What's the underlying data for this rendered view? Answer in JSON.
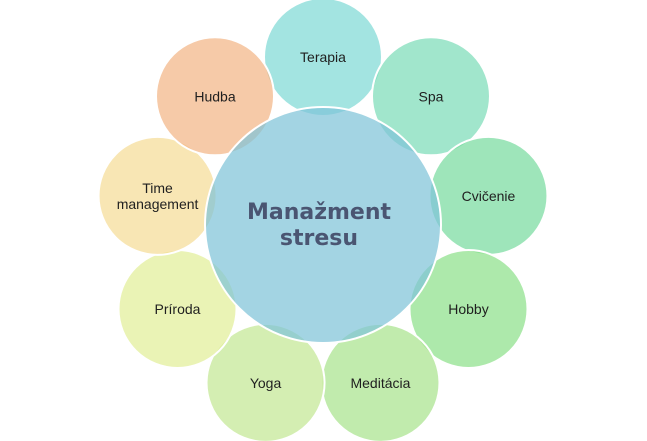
{
  "center": {
    "label_lines": [
      "Manažment",
      "stresu"
    ],
    "color": "#7fc3d8"
  },
  "petals": [
    {
      "key": "terapia",
      "label_lines": [
        "Terapia"
      ],
      "color": "#7fdad6"
    },
    {
      "key": "spa",
      "label_lines": [
        "Spa"
      ],
      "color": "#7ddcb9"
    },
    {
      "key": "cvicenie",
      "label_lines": [
        "Cvičenie"
      ],
      "color": "#79dba0"
    },
    {
      "key": "hobby",
      "label_lines": [
        "Hobby"
      ],
      "color": "#8ee08b"
    },
    {
      "key": "meditacia",
      "label_lines": [
        "Meditácia"
      ],
      "color": "#a9e38e"
    },
    {
      "key": "yoga",
      "label_lines": [
        "Yoga"
      ],
      "color": "#c4e894"
    },
    {
      "key": "priroda",
      "label_lines": [
        "Príroda"
      ],
      "color": "#e2ef99"
    },
    {
      "key": "time-mgmt",
      "label_lines": [
        "Time",
        "management"
      ],
      "color": "#f5dc97"
    },
    {
      "key": "hudba",
      "label_lines": [
        "Hudba"
      ],
      "color": "#f3b587"
    }
  ]
}
